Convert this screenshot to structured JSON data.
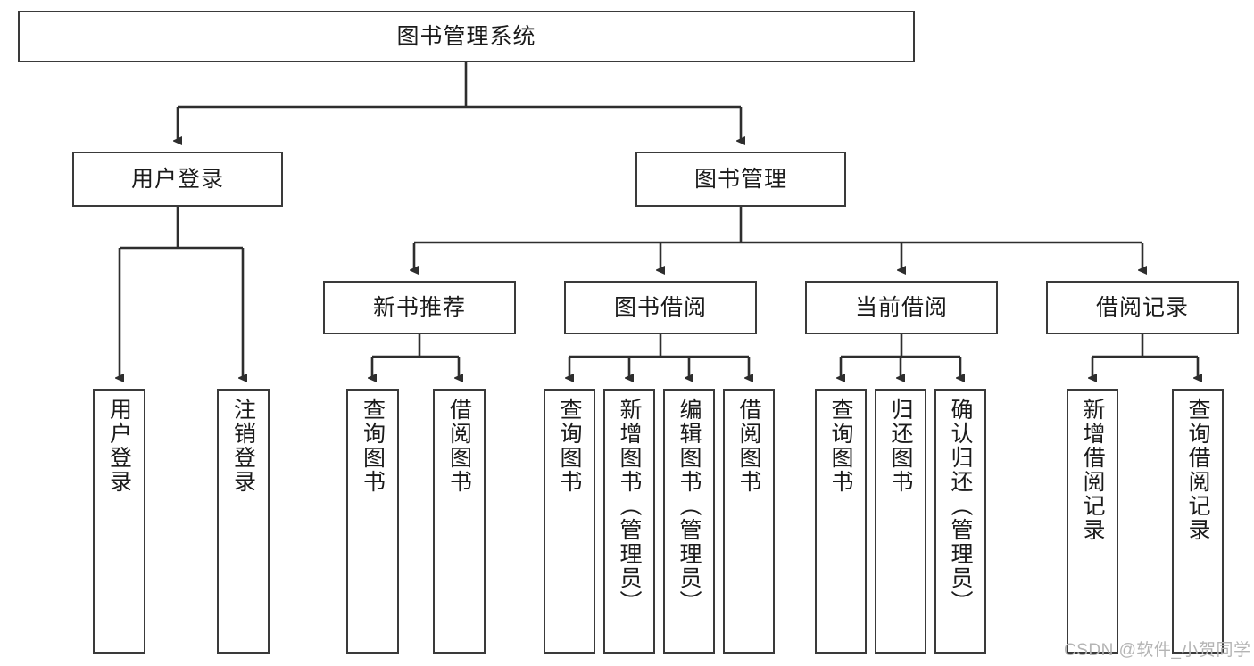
{
  "diagram": {
    "type": "tree",
    "title": "图书管理系统",
    "root": {
      "label": "图书管理系统"
    },
    "level2": [
      {
        "label": "用户登录"
      },
      {
        "label": "图书管理"
      }
    ],
    "level3": [
      {
        "label": "新书推荐"
      },
      {
        "label": "图书借阅"
      },
      {
        "label": "当前借阅"
      },
      {
        "label": "借阅记录"
      }
    ],
    "leaves": {
      "user_login": [
        {
          "label": "用户登录"
        },
        {
          "label": "注销登录"
        }
      ],
      "new_book_recommend": [
        {
          "label": "查询图书"
        },
        {
          "label": "借阅图书"
        }
      ],
      "book_borrow": [
        {
          "label": "查询图书"
        },
        {
          "label": "新增图书（管理员）"
        },
        {
          "label": "编辑图书（管理员）"
        },
        {
          "label": "借阅图书"
        }
      ],
      "current_borrow": [
        {
          "label": "查询图书"
        },
        {
          "label": "归还图书"
        },
        {
          "label": "确认归还（管理员）"
        }
      ],
      "borrow_record": [
        {
          "label": "新增借阅记录"
        },
        {
          "label": "查询借阅记录"
        }
      ]
    }
  },
  "watermark": {
    "text": "CSDN @软件_小贺同学"
  },
  "colors": {
    "stroke": "#3a3a3a",
    "background": "#ffffff",
    "text": "#1b1b1b",
    "watermark": "#b4b4b4"
  }
}
